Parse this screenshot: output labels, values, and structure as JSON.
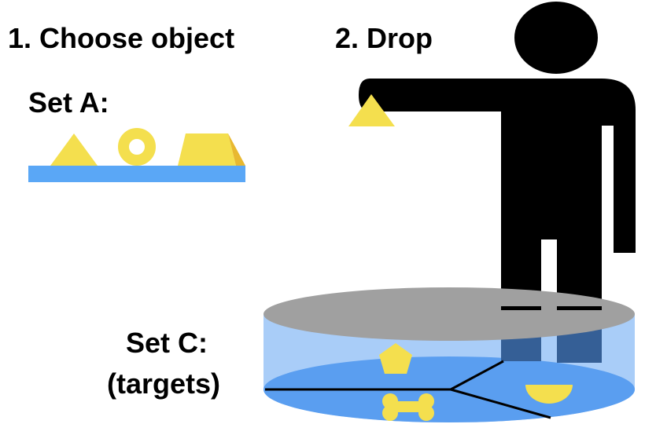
{
  "labels": {
    "step1": "1. Choose object",
    "step2": "2. Drop",
    "set_a": "Set A:",
    "set_c_title": "Set C:",
    "set_c_sub": "(targets)"
  },
  "colors": {
    "yellow": "#f4df4e",
    "yellow_dark": "#e8b830",
    "shelf_blue": "#5aa7f6",
    "water_light": "#a9cdf8",
    "water_floor": "#5a9ef0",
    "lid_gray": "#a0a0a0",
    "person": "#000000",
    "person_submerged": "#355f96",
    "cracks": "#000000"
  },
  "icons": {
    "person": "person-silhouette-icon",
    "triangle": "triangle-icon",
    "ring": "ring-icon",
    "wedge": "wedge-icon",
    "pentagon": "pentagon-icon",
    "bone": "bone-icon",
    "half_bowl": "half-bowl-icon"
  }
}
